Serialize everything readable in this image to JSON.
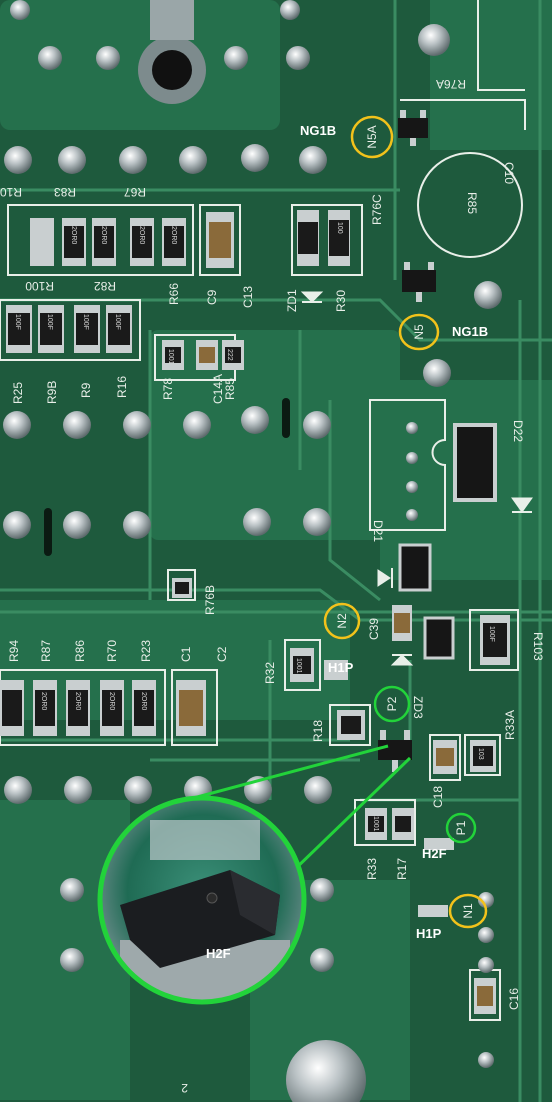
{
  "annotations": {
    "ng1b_top": "NG1B",
    "ng1b_right": "NG1B",
    "h1p_mid": "H1P",
    "h2f_right": "H2F",
    "h1p_low": "H1P",
    "h2f_zoom": "H2F",
    "circle_labels": {
      "n5a": "N5A",
      "n5": "N5",
      "n2": "N2",
      "p2": "P2",
      "p1": "P1",
      "n1": "N1"
    }
  },
  "silkscreen": {
    "r76a": "R76A",
    "r83": "R83",
    "r67": "R67",
    "r100": "R100",
    "r82": "R82",
    "r66": "R66",
    "c9": "C9",
    "c13": "C13",
    "zd1": "ZD1",
    "r30": "R30",
    "r76c": "R76C",
    "r85": "R85",
    "c10": "C10",
    "r25": "R25",
    "r9b": "R9B",
    "r9": "R9",
    "r16": "R16",
    "r78": "R78",
    "c14a": "C14A",
    "r85b": "R85",
    "d22": "D22",
    "d21": "D21",
    "r76b": "R76B",
    "r94": "R94",
    "r87": "R87",
    "r86": "R86",
    "r70": "R70",
    "r23": "R23",
    "c1": "C1",
    "c2": "C2",
    "r32": "R32",
    "c39": "C39",
    "zd3": "ZD3",
    "r103": "R103",
    "r18": "R18",
    "r33a": "R33A",
    "c18": "C18",
    "r33": "R33",
    "r17": "R17",
    "c16": "C16",
    "r10": "R10",
    "r2": "2"
  },
  "chip_markings": {
    "r_2r0": "2OR0",
    "r_100": "100",
    "r_100f": "100F",
    "r_1001": "1001",
    "r_222": "222",
    "r_103": "103"
  },
  "colors": {
    "board": "#1f5a3e",
    "trace": "#2c7a54",
    "pad": "#c9cfd0",
    "silk": "#e9efe9",
    "callout_yellow": "#f2c21b",
    "callout_green": "#22d33a"
  }
}
